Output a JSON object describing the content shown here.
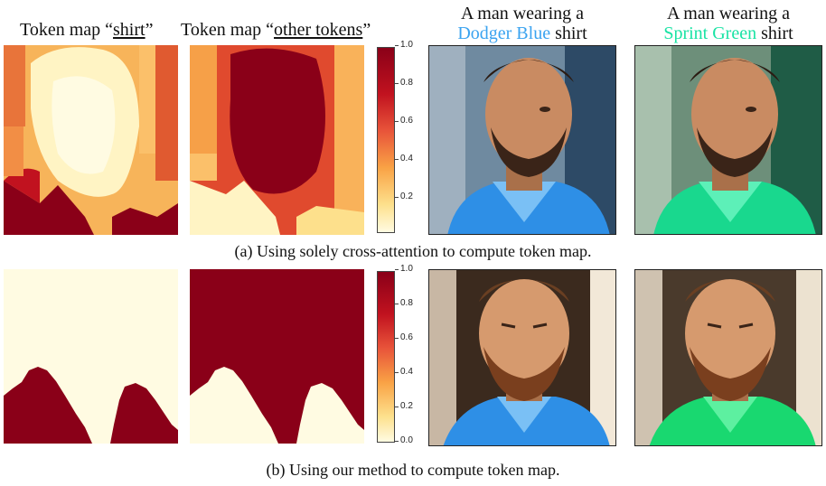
{
  "headers": {
    "col1_prefix": "Token map “",
    "col1_token": "shirt",
    "col1_suffix": "”",
    "col2_prefix": "Token map “",
    "col2_token": "other tokens",
    "col2_suffix": "”",
    "col3_line1": "A man wearing a",
    "col3_color": "Dodger Blue",
    "col3_suffix": " shirt",
    "col4_line1": "A man wearing a",
    "col4_color": "Sprint Green",
    "col4_suffix": " shirt"
  },
  "colorbar": {
    "ticks": [
      "1.0",
      "0.8",
      "0.6",
      "0.4",
      "0.2"
    ],
    "ticks_b": [
      "1.0",
      "0.8",
      "0.6",
      "0.4",
      "0.2",
      "0.0"
    ],
    "colormap": "YlOrRd"
  },
  "captions": {
    "a": "(a) Using solely cross-attention to compute token map.",
    "b": "(b) Using our method to compute token map."
  },
  "colors": {
    "dodger_blue": "#3aa3f0",
    "sprint_green": "#19e3a4",
    "dark_red": "#8a0018",
    "cream": "#fffbe2"
  }
}
